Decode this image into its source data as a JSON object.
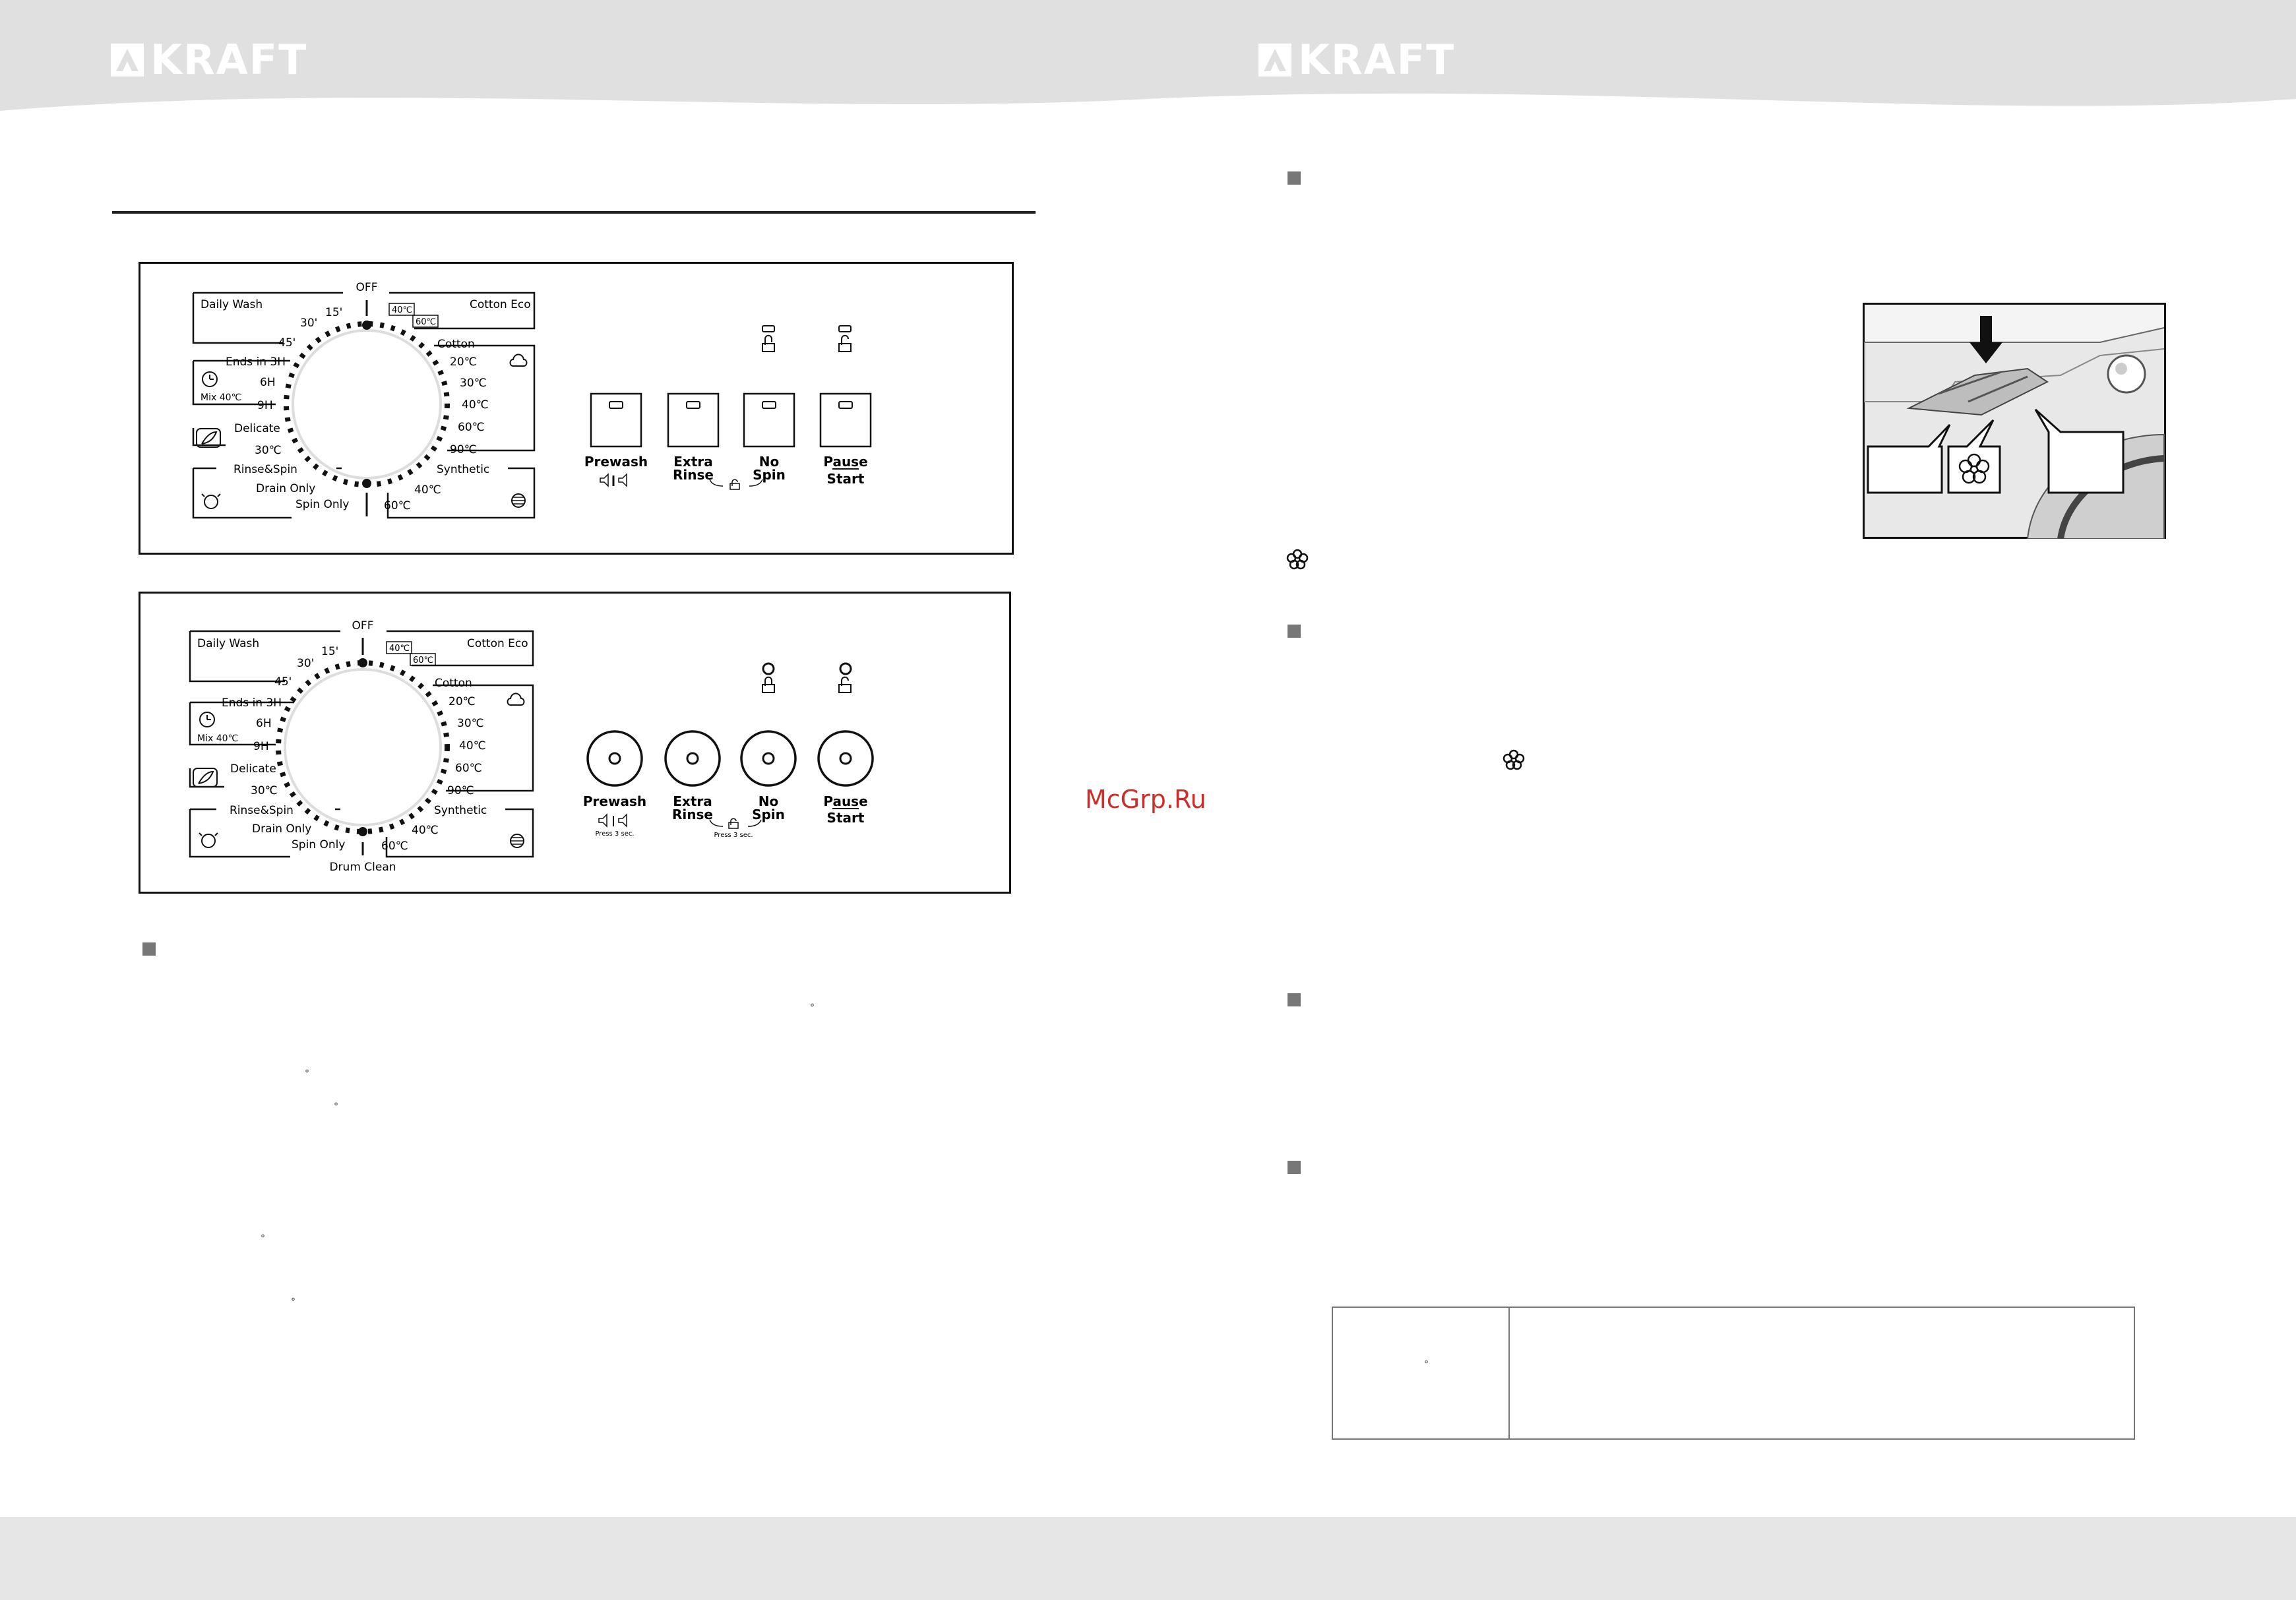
{
  "header": {
    "brand_left": "KRAFT",
    "brand_right": "KRAFT"
  },
  "panel_top": {
    "off": "OFF",
    "left_programs": [
      "Daily  Wash",
      "30'",
      "15'",
      "45'",
      "Ends in 3H",
      "6H",
      "Mix 40℃",
      "9H",
      "Delicate",
      "30℃",
      "Rinse&Spin",
      "Drain  Only",
      "Spin Only"
    ],
    "right_programs": [
      "Cotton Eco",
      "40℃",
      "60℃",
      "Cotton",
      "20℃",
      "30℃",
      "40℃",
      "60℃",
      "90℃",
      "Synthetic",
      "40℃",
      "60℃"
    ],
    "buttons": [
      {
        "label1": "Prewash",
        "label2": ""
      },
      {
        "label1": "Extra",
        "label2": "Rinse"
      },
      {
        "label1": "No",
        "label2": "Spin"
      },
      {
        "label1": "Pause",
        "label2": "Start"
      }
    ]
  },
  "panel_bottom": {
    "off": "OFF",
    "drum_clean": "Drum Clean",
    "left_programs": [
      "Daily  Wash",
      "30'",
      "15'",
      "45'",
      "Ends in 3H",
      "6H",
      "Mix 40℃",
      "9H",
      "Delicate",
      "30℃",
      "Rinse&Spin",
      "Drain  Only",
      "Spin Only"
    ],
    "right_programs": [
      "Cotton Eco",
      "40℃",
      "60℃",
      "Cotton",
      "20℃",
      "30℃",
      "40℃",
      "60℃",
      "90℃",
      "Synthetic",
      "40℃",
      "60℃"
    ],
    "buttons": [
      {
        "label1": "Prewash",
        "label2": ""
      },
      {
        "label1": "Extra",
        "label2": "Rinse"
      },
      {
        "label1": "No",
        "label2": "Spin"
      },
      {
        "label1": "Pause",
        "label2": "Start"
      }
    ],
    "press_note_1": "Press 3 sec.",
    "press_note_2": "Press 3 sec."
  },
  "degree_marks": [
    "°",
    "°",
    "°",
    "°",
    "°",
    "°"
  ],
  "watermark": "McGrp.Ru",
  "colors": {
    "header_band": "#e0e0e0",
    "footer_band": "#e6e6e6",
    "watermark": "#c9302c",
    "bullet": "#777777"
  }
}
